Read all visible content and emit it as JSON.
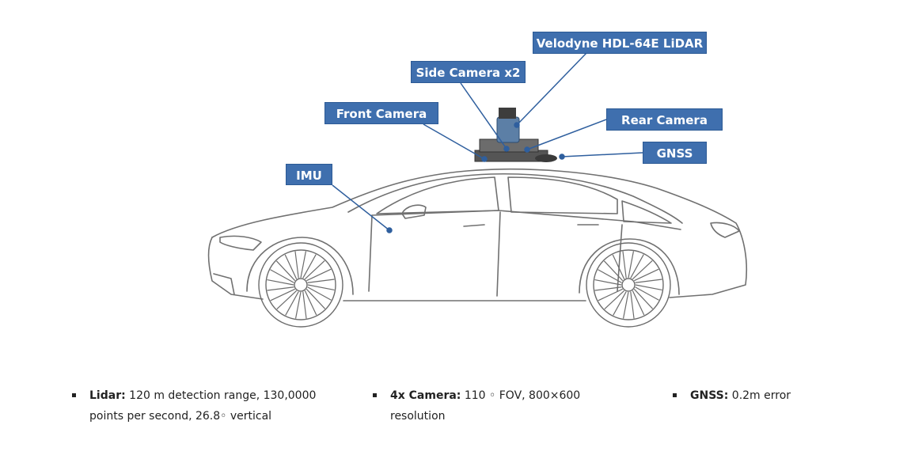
{
  "labels": {
    "lidar": "Velodyne HDL-64E LiDAR",
    "side_camera": "Side Camera x2",
    "front_camera": "Front Camera",
    "rear_camera": "Rear Camera",
    "gnss": "GNSS",
    "imu": "IMU"
  },
  "specs": [
    {
      "name": "Lidar:",
      "text": "120 m detection range, 130,0000",
      "text2": "points per second, 26.8◦ vertical"
    },
    {
      "name": "4x Camera:",
      "text": "110 ◦ FOV,  800×600",
      "text2": "resolution"
    },
    {
      "name": "GNSS:",
      "text": "0.2m error",
      "text2": ""
    }
  ],
  "colors": {
    "label_fill": "#3f6fae",
    "leader_line": "#2f5f9e",
    "sketch": "#6b6b6b"
  }
}
